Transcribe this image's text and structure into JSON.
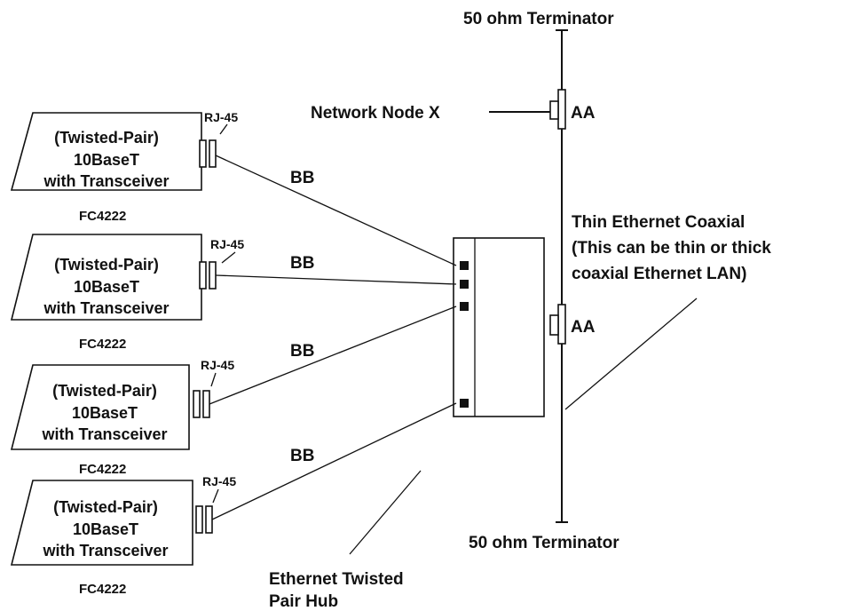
{
  "terminator_top": "50 ohm Terminator",
  "terminator_bottom": "50 ohm Terminator",
  "network_node": "Network Node X",
  "aa_top": "AA",
  "aa_bottom": "AA",
  "coax_label": [
    "Thin Ethernet Coaxial",
    "(This can be thin or thick",
    "coaxial Ethernet LAN)"
  ],
  "hub_label": [
    "Ethernet Twisted",
    "Pair Hub"
  ],
  "adapters": [
    {
      "lines": [
        "(Twisted-Pair)",
        "10BaseT",
        "with Transceiver"
      ],
      "connector": "RJ-45",
      "feature": "FC4222",
      "cable": "BB"
    },
    {
      "lines": [
        "(Twisted-Pair)",
        "10BaseT",
        "with Transceiver"
      ],
      "connector": "RJ-45",
      "feature": "FC4222",
      "cable": "BB"
    },
    {
      "lines": [
        "(Twisted-Pair)",
        "10BaseT",
        "with Transceiver"
      ],
      "connector": "RJ-45",
      "feature": "FC4222",
      "cable": "BB"
    },
    {
      "lines": [
        "(Twisted-Pair)",
        "10BaseT",
        "with Transceiver"
      ],
      "connector": "RJ-45",
      "feature": "FC4222",
      "cable": "BB"
    }
  ]
}
